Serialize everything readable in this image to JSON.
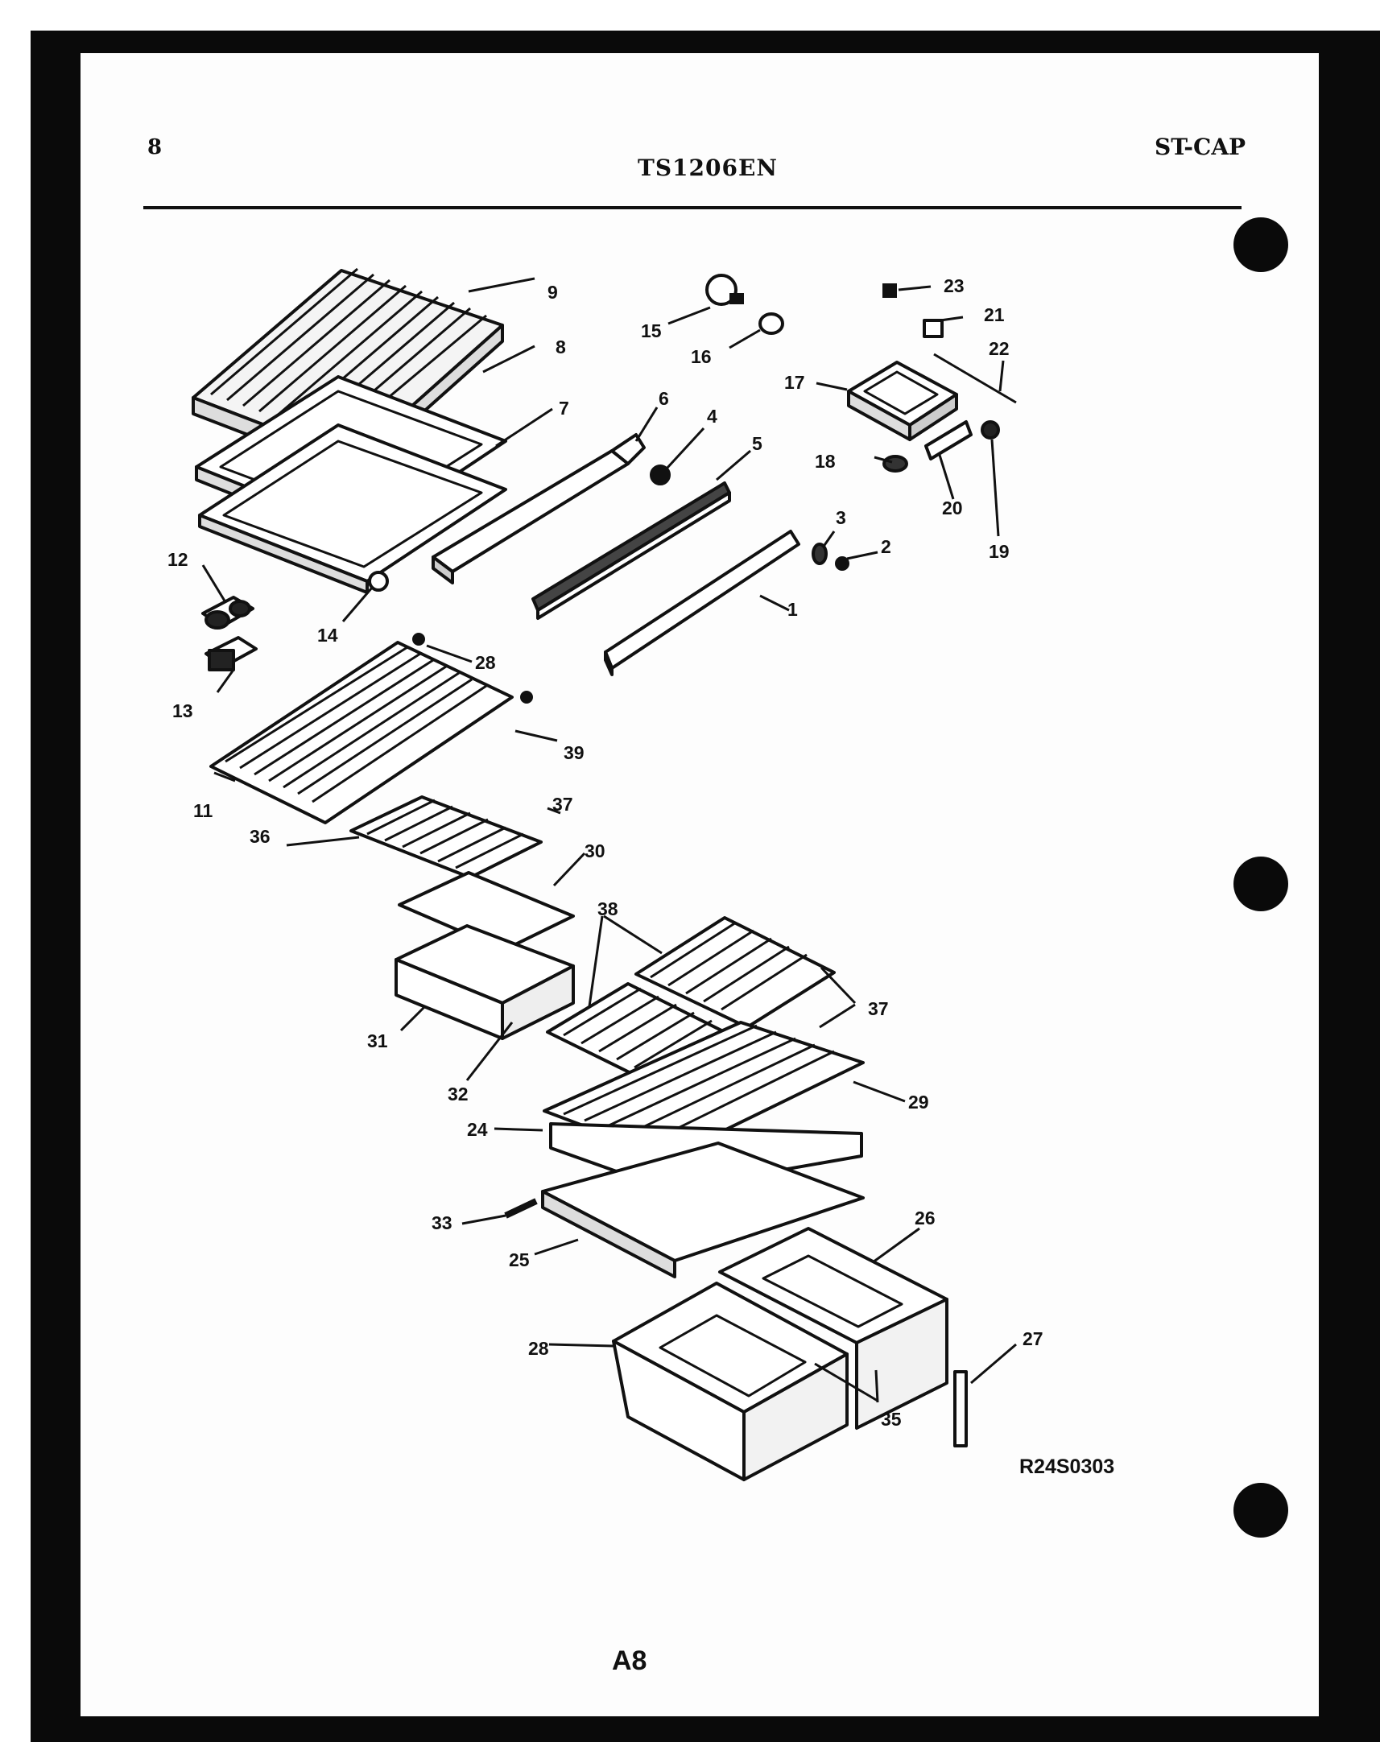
{
  "header": {
    "page_number": "8",
    "model": "TS1206EN",
    "section_code": "ST-CAP"
  },
  "callouts": [
    "1",
    "2",
    "3",
    "4",
    "5",
    "6",
    "7",
    "8",
    "9",
    "11",
    "12",
    "13",
    "14",
    "15",
    "16",
    "17",
    "18",
    "19",
    "20",
    "21",
    "22",
    "23",
    "24",
    "25",
    "26",
    "27",
    "28",
    "28",
    "29",
    "30",
    "31",
    "32",
    "33",
    "35",
    "36",
    "37",
    "38",
    "39"
  ],
  "diagram_code": "R24S0303",
  "page_code": "A8"
}
